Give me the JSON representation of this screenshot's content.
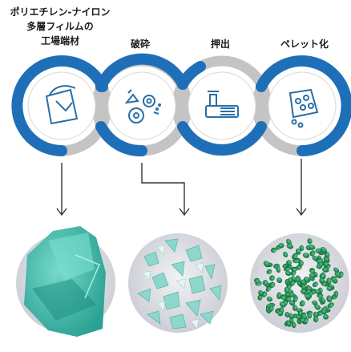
{
  "steps": {
    "film": {
      "line1": "ポリエチレン-ナイロン",
      "line2": "多層フィルムの",
      "line3": "工場端材"
    },
    "crush": {
      "label": "破砕"
    },
    "extrude": {
      "label": "押出"
    },
    "pellet": {
      "label": "ペレット化"
    }
  },
  "colors": {
    "ring_blue": "#1f6fb8",
    "ring_gray": "#c4c4c4",
    "teal_film": "#2fb2a2",
    "green_pellet": "#1f9a5a",
    "icon_line": "#2a6fa6"
  },
  "icons": [
    "film-scrap-icon",
    "gears-crusher-icon",
    "extruder-icon",
    "pellet-icon"
  ]
}
